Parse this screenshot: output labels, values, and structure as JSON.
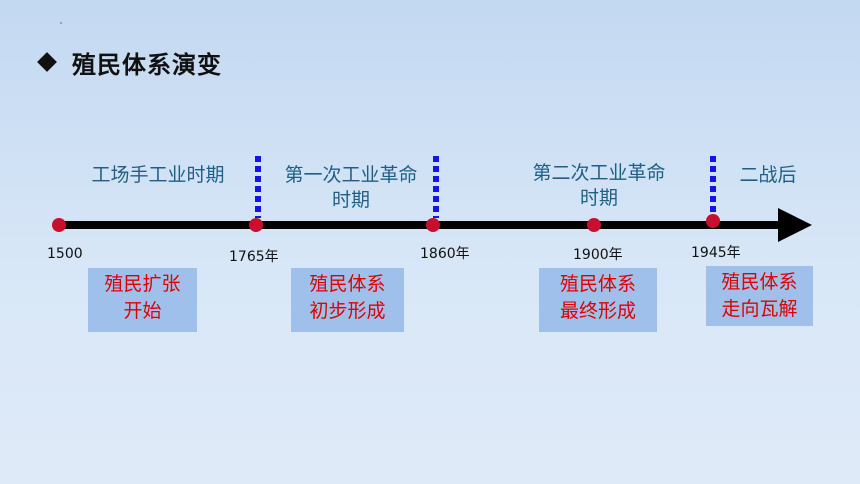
{
  "header": {
    "title": "殖民体系演变"
  },
  "colors": {
    "period_text": "#1f5f86",
    "stage_text": "#e00000",
    "stage_box": "#9fc0ea",
    "point": "#c8102e",
    "divider": "#1414e6"
  },
  "timeline": {
    "periods": [
      {
        "line1": "工场手工业时期",
        "line2": ""
      },
      {
        "line1": "第一次工业革命",
        "line2": "时期"
      },
      {
        "line1": "第二次工业革命",
        "line2": "时期"
      },
      {
        "line1": "二战后",
        "line2": ""
      }
    ],
    "years": [
      "1500",
      "1765年",
      "1860年",
      "1900年",
      "1945年"
    ],
    "stages": [
      {
        "line1": "殖民扩张",
        "line2": "开始"
      },
      {
        "line1": "殖民体系",
        "line2": "初步形成"
      },
      {
        "line1": "殖民体系",
        "line2": "最终形成"
      },
      {
        "line1": "殖民体系",
        "line2": "走向瓦解"
      }
    ]
  }
}
